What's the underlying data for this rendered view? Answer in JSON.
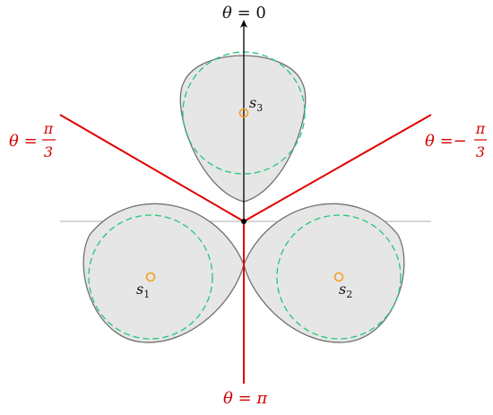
{
  "labels": {
    "top": {
      "lhs": "θ",
      "eq": " = ",
      "rhs": "0"
    },
    "bottom": {
      "lhs": "θ",
      "eq": " = ",
      "rhs": "π"
    },
    "left": {
      "lhs": "θ",
      "eq": " = ",
      "num": "π",
      "den": "3"
    },
    "right": {
      "lhs": "θ",
      "eq": " =",
      "sign": "−",
      "num": "π",
      "den": "3"
    }
  },
  "sources": [
    {
      "name": "s",
      "sub": "1"
    },
    {
      "name": "s",
      "sub": "2"
    },
    {
      "name": "s",
      "sub": "3"
    }
  ],
  "colors": {
    "region_fill": "#e6e6e6",
    "region_stroke": "#707070",
    "dashed_circle": "#22c77a",
    "source_marker": "#f0a020",
    "ray": "#e00000",
    "axis": "#000000",
    "horizontal_line": "#bdbdbd",
    "label_red": "#d40000"
  }
}
